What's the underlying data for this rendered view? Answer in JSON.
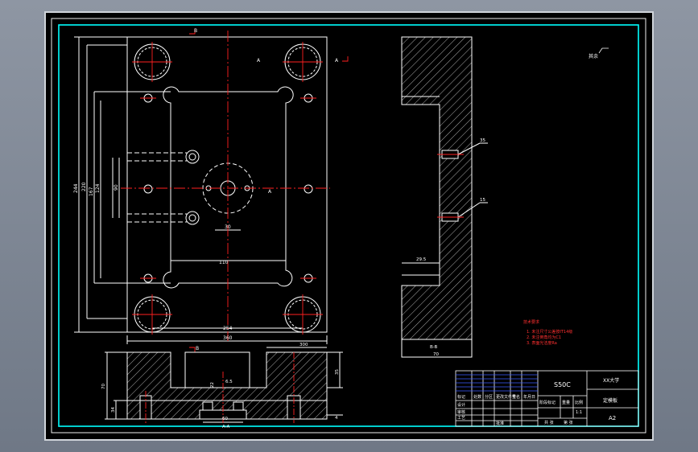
{
  "colors": {
    "background": "#000000",
    "frame": "#00ffff",
    "line": "#ffffff",
    "centerline": "#ff0000",
    "hatch": "#e8e8e8",
    "dimension": "#ffffff",
    "note": "#ff3030"
  },
  "plan_view": {
    "dim_top": "B",
    "dim_overall_width": "360",
    "dim_inner_width": "254",
    "dim_cavity_width": "110",
    "dim_bore": "30",
    "dim_height_1": "244",
    "dim_height_2": "220",
    "dim_height_3": "167",
    "dim_height_4": "124",
    "dim_height_5": "90",
    "section_mark_a": "A",
    "section_mark_b": "B"
  },
  "front_section": {
    "dim_width": "300",
    "dim_height": "70",
    "dim_step": "34",
    "dim_right": "35",
    "dim_right_small": "4",
    "dim_mid_1": "22",
    "dim_mid_2": "6.5",
    "dim_bottom": "60",
    "label": "A-A"
  },
  "side_section": {
    "dim_hole_1": "35",
    "dim_hole_2": "15",
    "dim_rib": "29.5",
    "dim_width": "70",
    "label": "B-B"
  },
  "roughness_note": "其余",
  "tech_notes": {
    "title": "技术要求",
    "items": [
      "1. 未注尺寸公差按IT14级",
      "2. 未注倒角均为C1",
      "3. 表面光洁度Ra"
    ]
  },
  "title_block": {
    "material": "S50C",
    "school": "XX大学",
    "part_name": "定模板",
    "sheet_size": "A2",
    "scale": "1:1",
    "labels": [
      "标记",
      "处数",
      "分区",
      "更改文件号",
      "签名",
      "年月日",
      "设计",
      "审核",
      "工艺",
      "批准",
      "阶段标记",
      "重量",
      "比例",
      "共 张",
      "第 张"
    ]
  }
}
